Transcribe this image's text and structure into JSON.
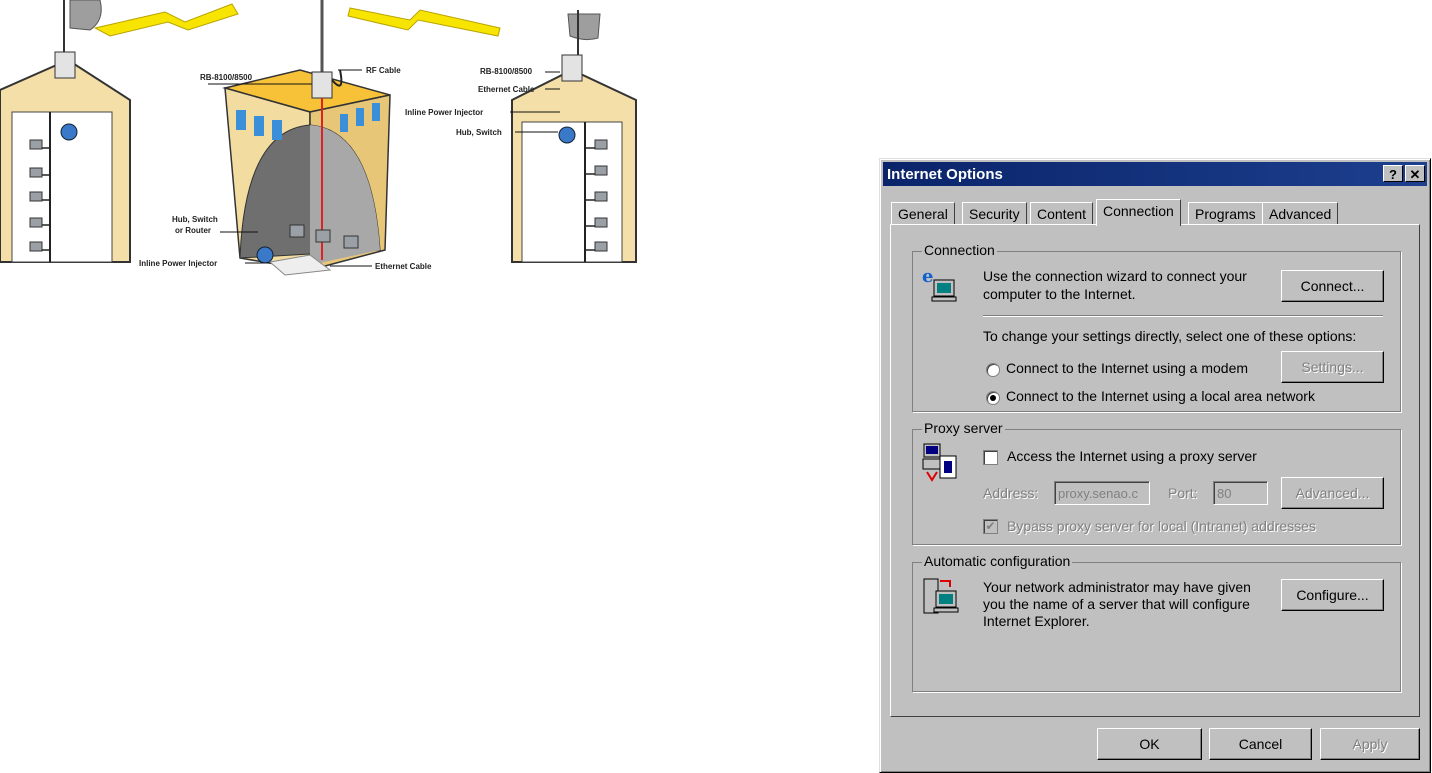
{
  "diagram": {
    "labels": {
      "rb_center": "RB-8100/8500",
      "rf_cable": "RF Cable",
      "rb_right": "RB-8100/8500",
      "eth_right": "Ethernet Cable",
      "injector_right": "Inline Power Injector",
      "hub_right": "Hub, Switch",
      "hub_center_1": "Hub, Switch",
      "hub_center_2": "or Router",
      "injector_center": "Inline Power Injector",
      "eth_bottom": "Ethernet Cable"
    }
  },
  "dialog": {
    "title": "Internet Options",
    "help_btn": "?",
    "close_btn": "✕",
    "tabs": [
      "General",
      "Security",
      "Content",
      "Connection",
      "Programs",
      "Advanced"
    ],
    "connection": {
      "group_label": "Connection",
      "wizard_text_1": "Use the connection wizard to connect your",
      "wizard_text_2": "computer to the Internet.",
      "connect_btn": "Connect...",
      "change_text": "To change your settings directly, select one of these options:",
      "modem_option": "Connect to the Internet using a modem",
      "settings_btn": "Settings...",
      "lan_option": "Connect to the Internet using a local area network"
    },
    "proxy": {
      "group_label": "Proxy server",
      "access_text": "Access the Internet using a proxy server",
      "address_label": "Address:",
      "address_value": "proxy.senao.c",
      "port_label": "Port:",
      "port_value": "80",
      "advanced_btn": "Advanced...",
      "bypass_text": "Bypass proxy server for local (Intranet) addresses"
    },
    "auto": {
      "group_label": "Automatic configuration",
      "text_1": "Your network administrator may have given",
      "text_2": "you the name of a server that will configure",
      "text_3": "Internet Explorer.",
      "configure_btn": "Configure..."
    },
    "footer": {
      "ok": "OK",
      "cancel": "Cancel",
      "apply": "Apply"
    }
  }
}
